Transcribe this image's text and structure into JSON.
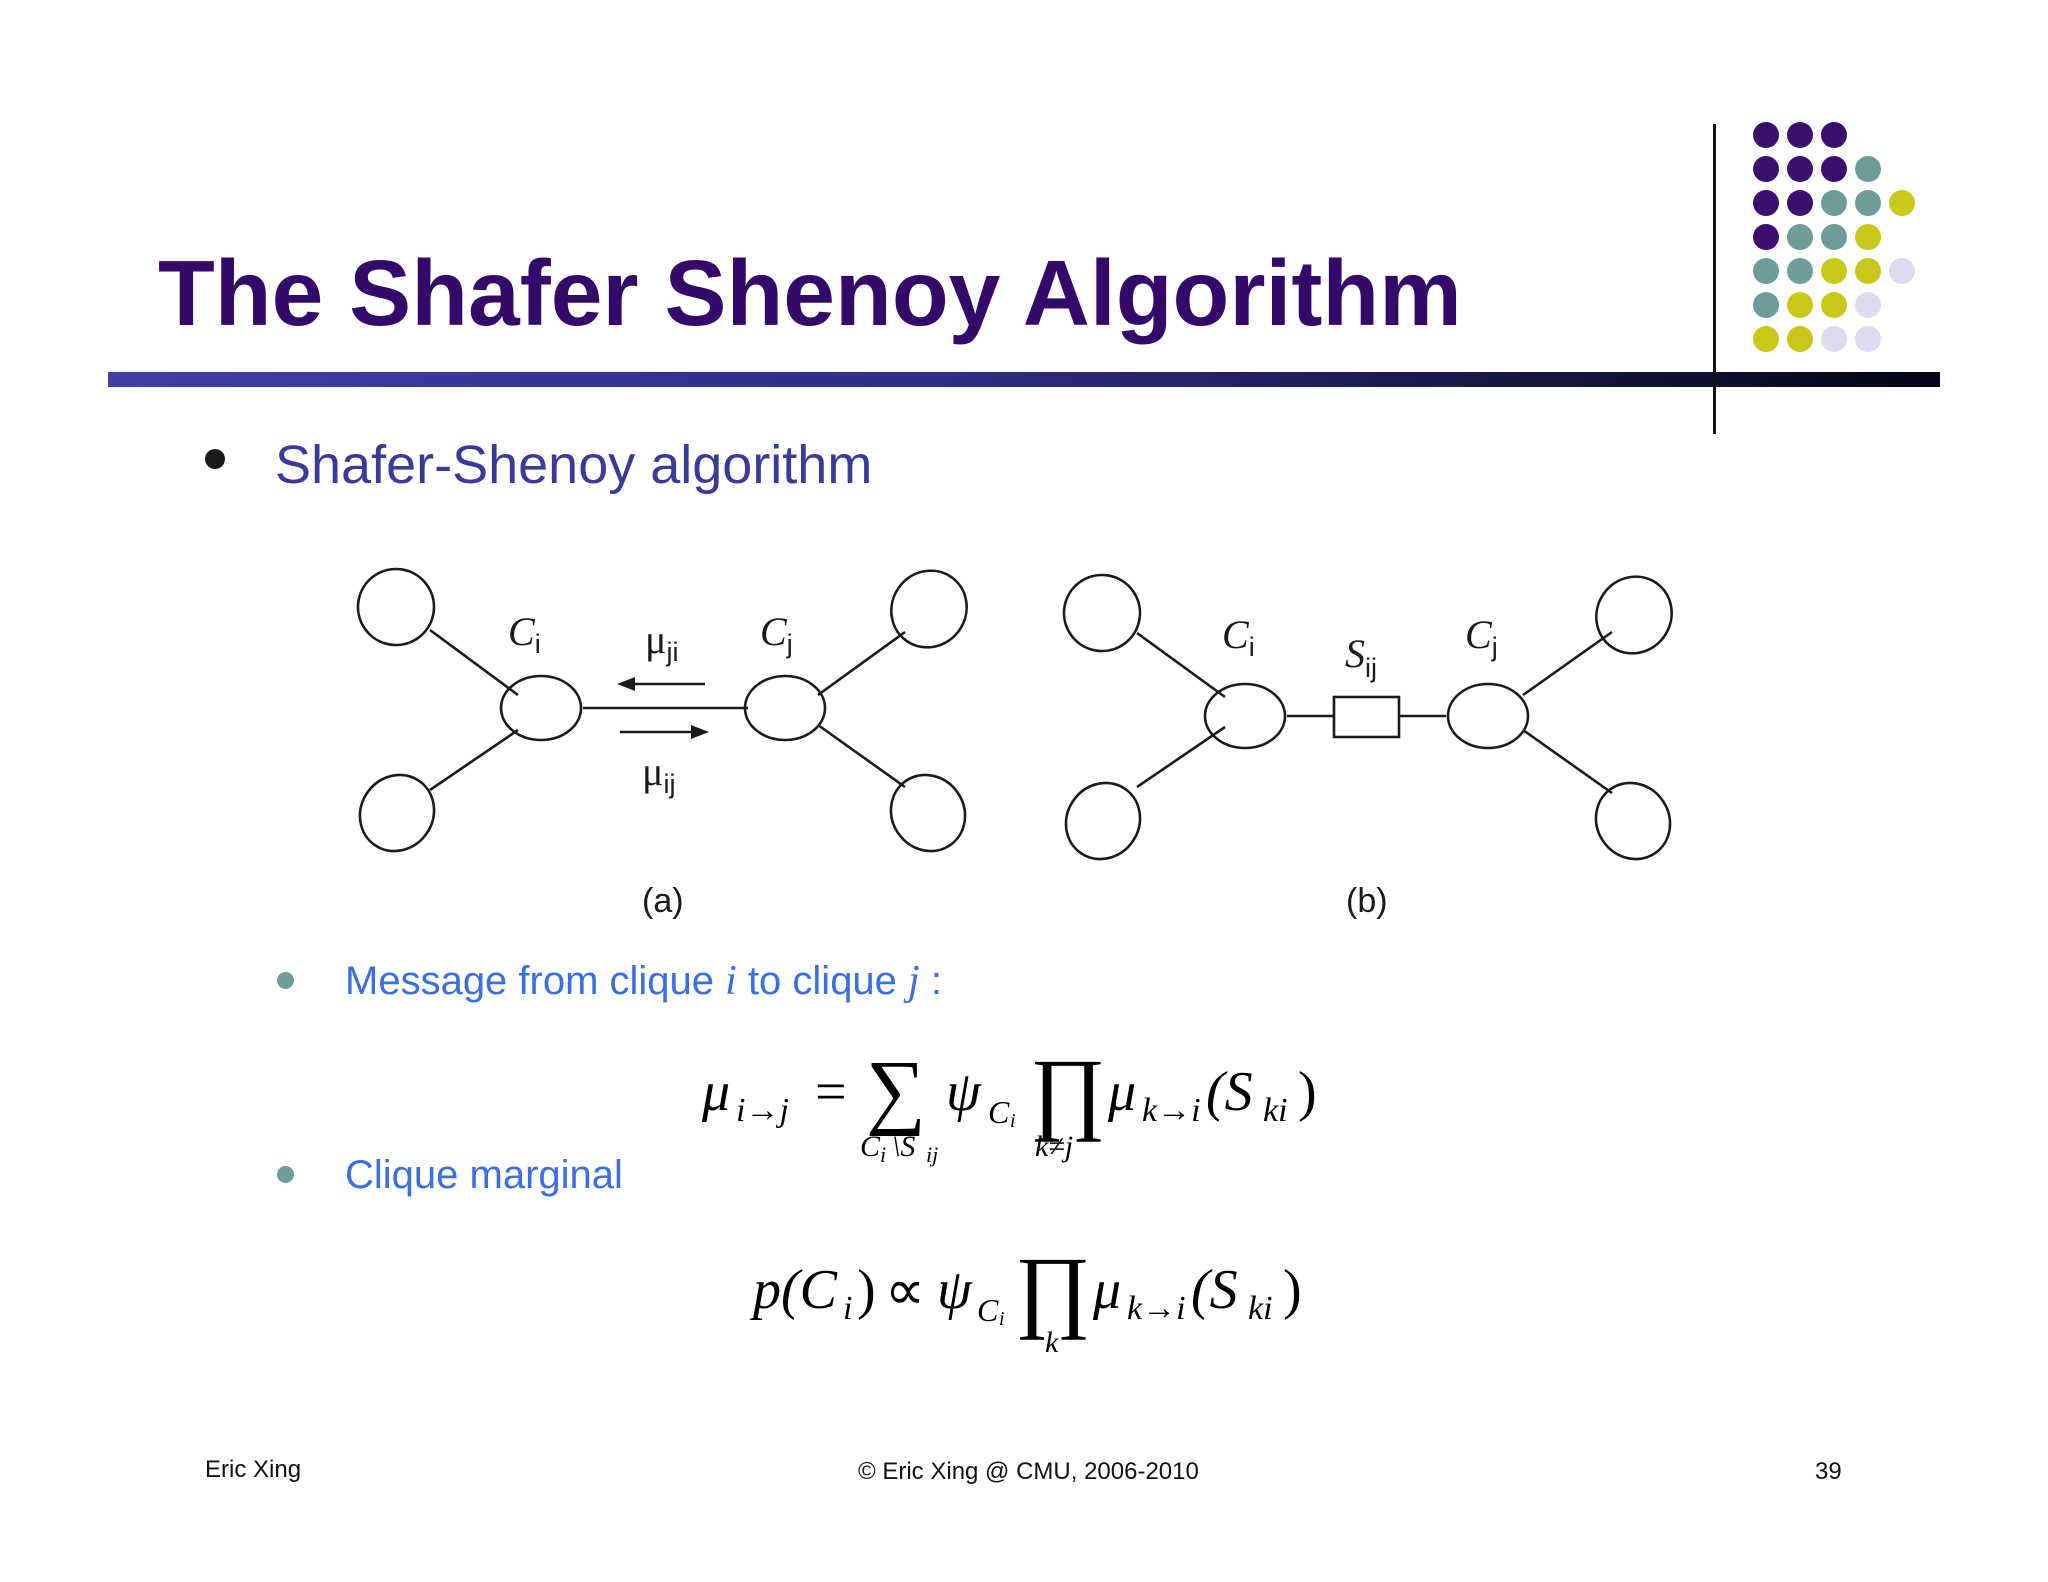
{
  "slide": {
    "title": "The Shafer Shenoy Algorithm",
    "bullet_main": "Shafer-Shenoy algorithm",
    "message_prefix": "Message from clique ",
    "message_i": "i",
    "message_mid": " to clique ",
    "message_j": "j",
    "message_suffix": " :",
    "clique_marginal": "Clique marginal"
  },
  "figure": {
    "panel_a": {
      "caption": "(a)",
      "left_clique": "C",
      "left_clique_sub": "i",
      "right_clique": "C",
      "right_clique_sub": "j",
      "message_top": "μ",
      "message_top_sub": "ji",
      "message_bottom": "μ",
      "message_bottom_sub": "ij"
    },
    "panel_b": {
      "caption": "(b)",
      "left_clique": "C",
      "left_clique_sub": "i",
      "separator": "S",
      "separator_sub": "ij",
      "right_clique": "C",
      "right_clique_sub": "j"
    }
  },
  "equations": {
    "message": {
      "lhs": "μ",
      "lhs_sub": "i→j",
      "equals": "=",
      "sum": "∑",
      "sum_under": "C",
      "sum_under_sub": "i",
      "sum_under_rest": "\\S",
      "sum_under_rest_sub": "ij",
      "psi": "ψ",
      "psi_sub": "C",
      "psi_sub_sub": "i",
      "prod": "∏",
      "prod_under": "k≠j",
      "mu": "μ",
      "mu_sub": "k→i",
      "arg_open": "(S",
      "arg_sub": "ki",
      "arg_close": ")"
    },
    "marginal": {
      "lhs": "p(C",
      "lhs_sub": "i",
      "lhs_close": ")",
      "propto": "∝",
      "psi": "ψ",
      "psi_sub": "C",
      "psi_sub_sub": "i",
      "prod": "∏",
      "prod_under": "k",
      "mu": "μ",
      "mu_sub": "k→i",
      "arg_open": "(S",
      "arg_sub": "ki",
      "arg_close": ")"
    }
  },
  "footer": {
    "author": "Eric Xing",
    "copyright": "© Eric Xing @ CMU, 2006-2010",
    "page_number": "39"
  },
  "colors": {
    "title": "#330a6a",
    "bullet_text": "#3a3a98",
    "sub_text": "#3b6ee0",
    "dot_purple": "#3a0f6e",
    "dot_teal": "#6e9c9a",
    "dot_yellow": "#c8c81a",
    "dot_lavender": "#dcdcec"
  }
}
